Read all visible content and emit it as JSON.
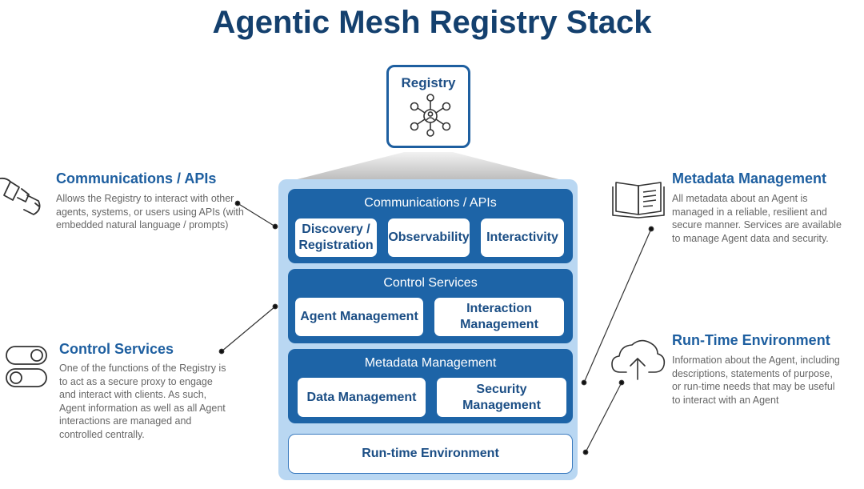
{
  "title": "Agentic Mesh Registry Stack",
  "registry": {
    "label": "Registry",
    "icon": "network-hub-icon"
  },
  "stack": {
    "communications": {
      "title": "Communications / APIs",
      "items": [
        "Discovery / Registration",
        "Observability",
        "Interactivity"
      ]
    },
    "control": {
      "title": "Control Services",
      "items": [
        "Agent Management",
        "Interaction Management"
      ]
    },
    "metadata": {
      "title": "Metadata Management",
      "items": [
        "Data Management",
        "Security Management"
      ]
    },
    "runtime": {
      "title": "Run-time Environment"
    }
  },
  "callouts": {
    "communications": {
      "title": "Communications / APIs",
      "description": "Allows the Registry to interact with other agents, systems, or users using APIs (with embedded natural language / prompts)",
      "icon": "plug-icon"
    },
    "control": {
      "title": "Control Services",
      "description": "One of the functions of the Registry is to act as a secure proxy to engage and interact with clients. As such, Agent information as well as all Agent interactions are managed and controlled centrally.",
      "icon": "toggle-switch-icon"
    },
    "metadata": {
      "title": "Metadata Management",
      "description": "All metadata about an Agent is managed in a reliable, resilient and secure manner.  Services are available to manage Agent data and security.",
      "icon": "open-book-icon"
    },
    "runtime": {
      "title": "Run-Time Environment",
      "description": "Information about the Agent, including descriptions, statements of purpose, or run-time needs that may be useful to interact with an Agent",
      "icon": "cloud-upload-icon"
    }
  },
  "colors": {
    "title": "#14406e",
    "layer": "#1d64a7",
    "stack_background": "#b9d7f2",
    "callout_title": "#1e5fa0",
    "description": "#666666"
  }
}
